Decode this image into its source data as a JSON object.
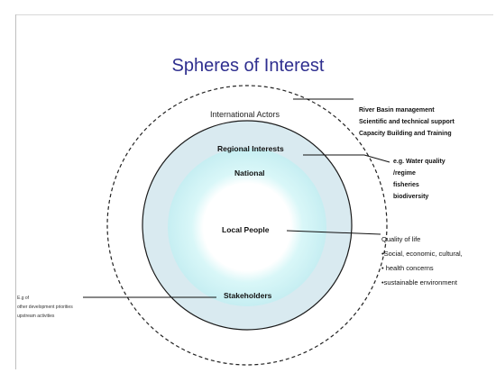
{
  "diagram": {
    "title": "Spheres of Interest",
    "circles": {
      "outer": "International  Actors",
      "regional": "Regional Interests",
      "national": "National",
      "local": "Local People",
      "stakeholders": "Stakeholders"
    },
    "annotations": {
      "international": [
        "River Basin management",
        "Scientific and technical support",
        "Capacity Building and Training"
      ],
      "regional": [
        "e.g. Water quality",
        "/regime",
        "fisheries",
        "biodiversity"
      ],
      "local": [
        "Quality of life",
        "•Social, economic, cultural,",
        "•  health concerns",
        "•sustainable environment"
      ],
      "stakeholders": [
        "E.g of",
        "other development priorities",
        "upstream activities"
      ]
    },
    "colors": {
      "title": "#2f2f8f",
      "outer_fill": "#d9eaf0",
      "inner_fill": "#cdf3f6",
      "core_fill": "#ffffff"
    }
  }
}
